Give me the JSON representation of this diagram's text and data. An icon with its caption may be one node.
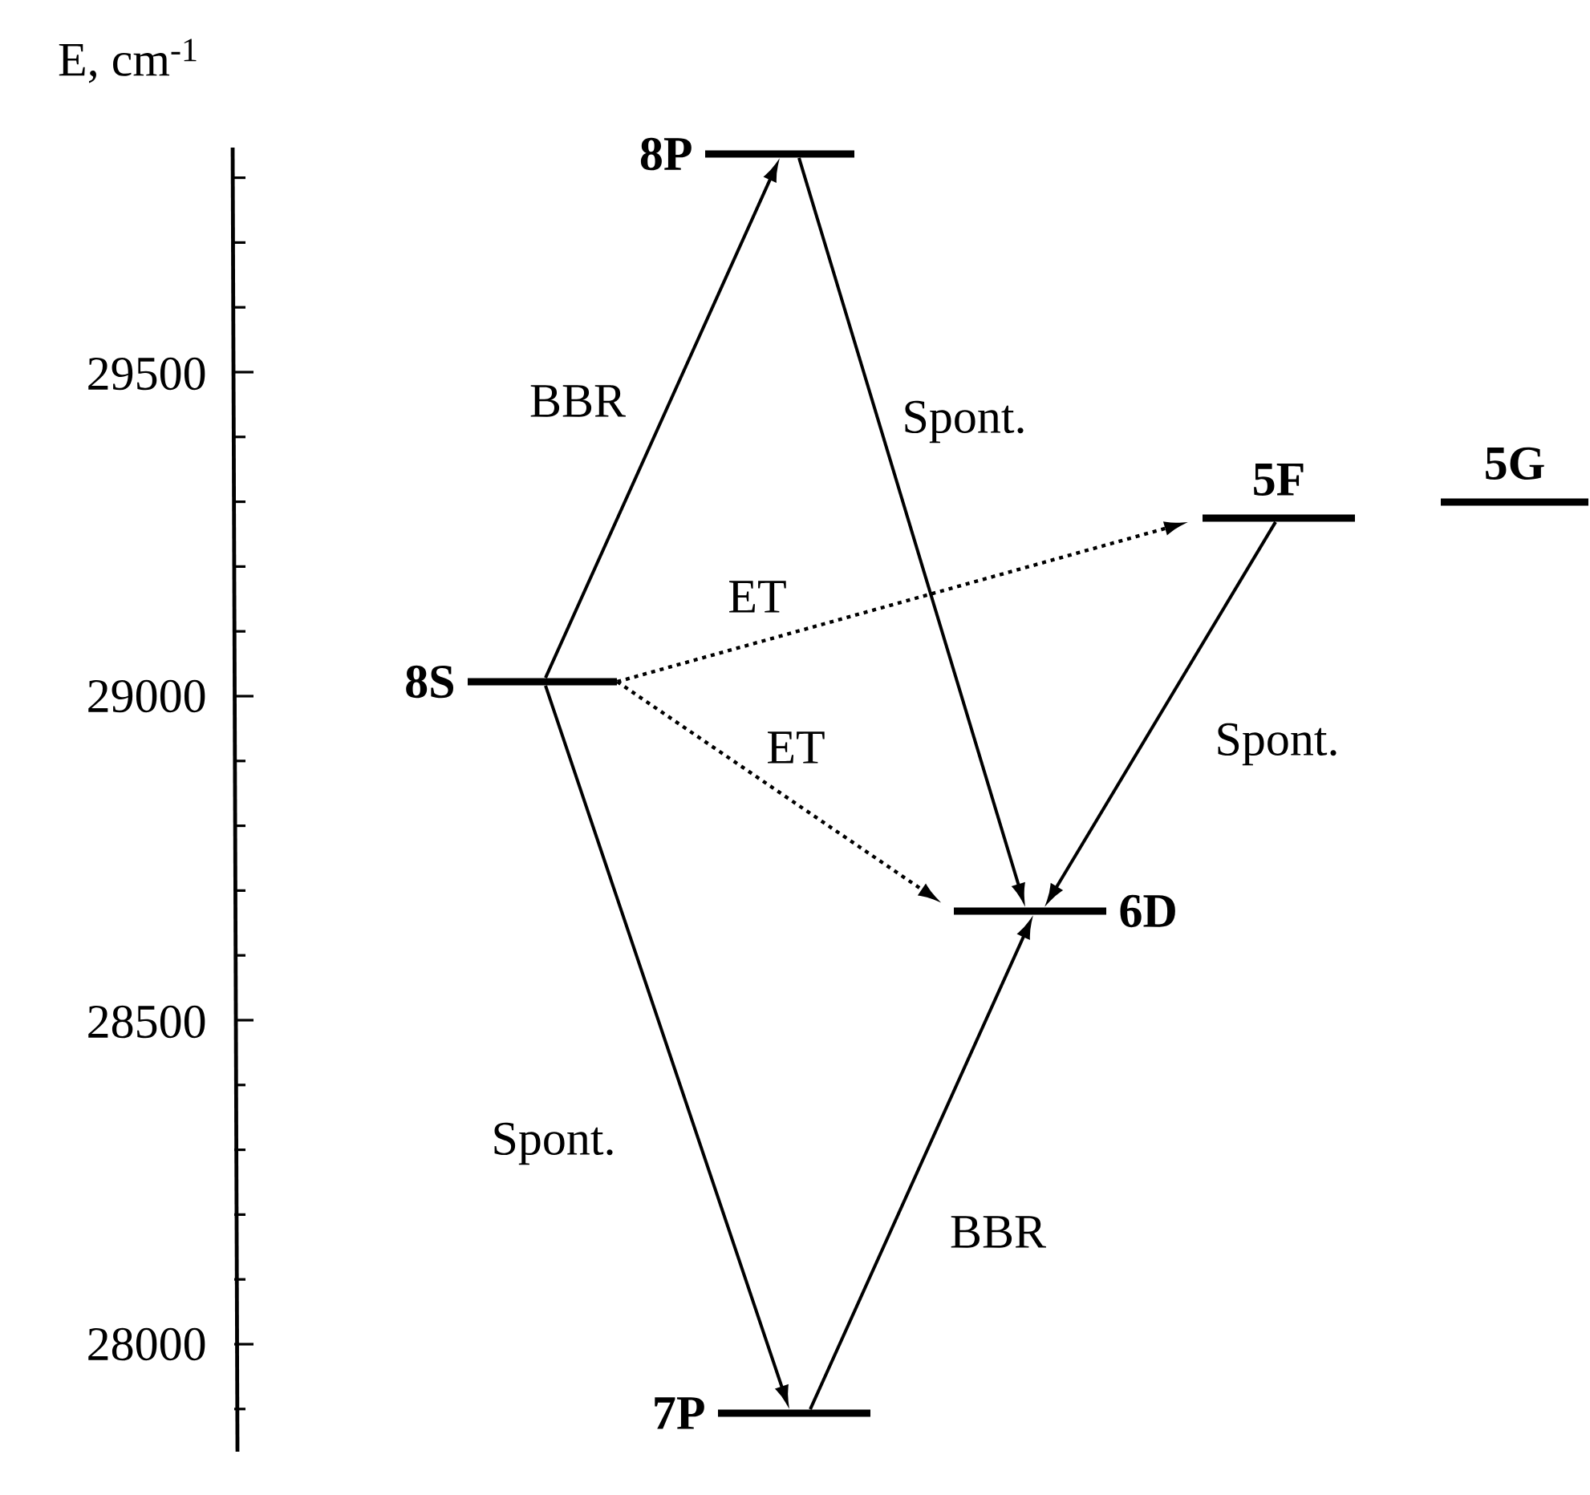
{
  "diagram": {
    "nodes": [
      {
        "text": [
          "8P"
        ]
      },
      {
        "text": [
          "8S"
        ]
      },
      {
        "text": [
          "5F"
        ]
      },
      {
        "text": [
          "5G"
        ]
      },
      {
        "text": [
          "6D"
        ]
      },
      {
        "text": [
          "7P"
        ]
      }
    ],
    "edges": [
      {
        "from": 1,
        "to": 0,
        "arrow": "to",
        "label": "BBR"
      },
      {
        "from": 0,
        "to": 4,
        "arrow": "to",
        "label": "Spont."
      },
      {
        "from": 1,
        "to": 2,
        "arrow": "to",
        "label": "ET",
        "style": "dashed"
      },
      {
        "from": 1,
        "to": 4,
        "arrow": "to",
        "label": "ET",
        "style": "dashed"
      },
      {
        "from": 2,
        "to": 4,
        "arrow": "to",
        "label": "Spont."
      },
      {
        "from": 1,
        "to": 5,
        "arrow": "to",
        "label": "Spont."
      },
      {
        "from": 5,
        "to": 4,
        "arrow": "to",
        "label": "BBR"
      }
    ],
    "labels": [
      "E, cm$^{-1}$",
      "29500",
      "29000",
      "28500",
      "28000"
    ]
  }
}
